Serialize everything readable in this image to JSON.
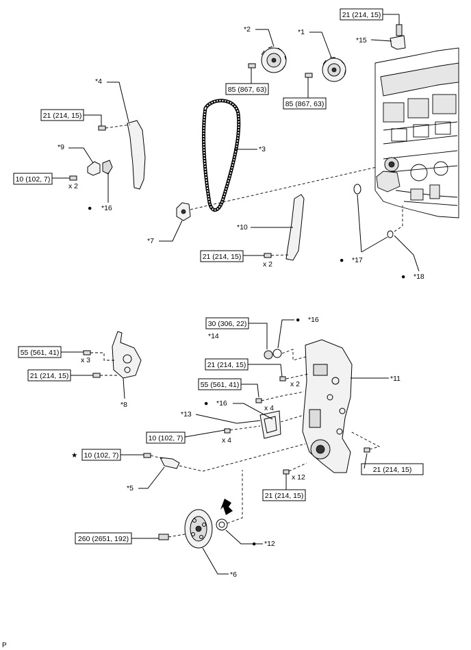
{
  "torque_specs": {
    "t15": "21 (214, 15)",
    "t2": "85 (867, 63)",
    "t1": "85 (867, 63)",
    "t4": "21 (214, 15)",
    "t9": "10 (102, 7)",
    "t10": "21 (214, 15)",
    "t14": "30 (306, 22)",
    "t8a": "55 (561, 41)",
    "t8b": "21 (214, 15)",
    "t11a": "21 (214, 15)",
    "t11b": "55 (561, 41)",
    "t13": "10 (102, 7)",
    "t5": "10 (102, 7)",
    "t11c": "21 (214, 15)",
    "t11d": "21 (214, 15)",
    "t6": "260 (2651, 192)"
  },
  "callouts": {
    "c1": "*1",
    "c2": "*2",
    "c3": "*3",
    "c4": "*4",
    "c5": "*5",
    "c6": "*6",
    "c7": "*7",
    "c8": "*8",
    "c9": "*9",
    "c10": "*10",
    "c11": "*11",
    "c12": "*12",
    "c13": "*13",
    "c14": "*14",
    "c15": "*15",
    "c16a": "*16",
    "c16b": "*16",
    "c16c": "*16",
    "c17": "*17",
    "c18": "*18"
  },
  "quantities": {
    "q9": "x 2",
    "q10": "x 2",
    "q8": "x 3",
    "q11a": "x 2",
    "q11b": "x 4",
    "q13": "x 4",
    "q11c": "x 12"
  },
  "symbols": {
    "dot": "●",
    "star": "★"
  },
  "corner_label": "P"
}
